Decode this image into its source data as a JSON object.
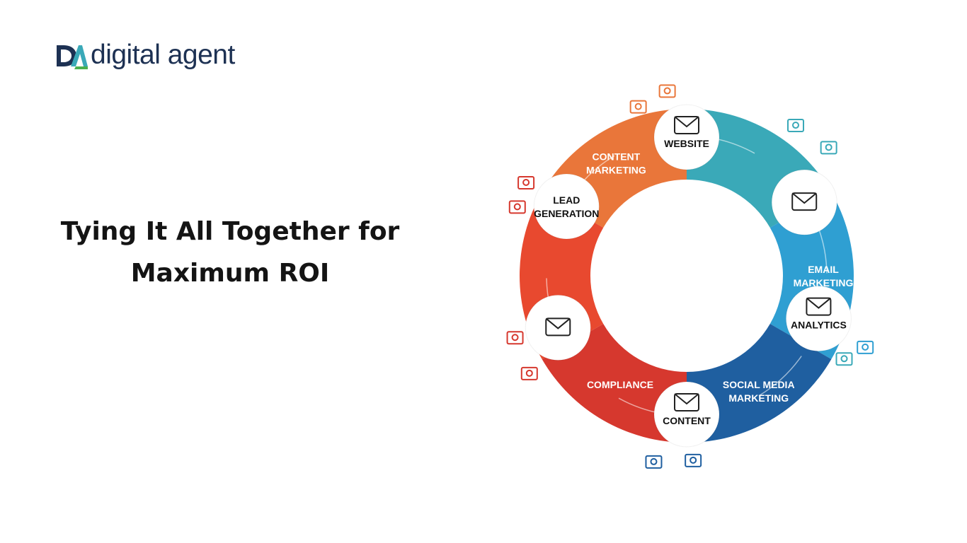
{
  "brand": {
    "name": "digital agent",
    "mark": "DA"
  },
  "headline": {
    "line1": "Tying It All Together for",
    "line2": "Maximum ROI"
  },
  "diagram": {
    "segments": [
      {
        "label_line1": "CONTENT",
        "label_line2": "MARKETING",
        "color": "#e9763a"
      },
      {
        "label_line1": "",
        "label_line2": "",
        "color": "#3aa9b8"
      },
      {
        "label_line1": "EMAIL",
        "label_line2": "MARKETING",
        "color": "#2f9fd2"
      },
      {
        "label_line1": "SOCIAL MEDIA",
        "label_line2": "MARKETING",
        "color": "#1f5fa0"
      },
      {
        "label_line1": "COMPLIANCE",
        "label_line2": "",
        "color": "#d6382e"
      },
      {
        "label_line1": "",
        "label_line2": "",
        "color": "#e8492f"
      }
    ],
    "nodes": [
      {
        "label_line1": "WEBSITE",
        "label_line2": "",
        "icon": "chart-monitor-icon"
      },
      {
        "label_line1": "",
        "label_line2": "",
        "icon": "email-lightbulb-icon"
      },
      {
        "label_line1": "ANALYTICS",
        "label_line2": "",
        "icon": "cloud-lock-icon"
      },
      {
        "label_line1": "CONTENT",
        "label_line2": "",
        "icon": "envelope-icon"
      },
      {
        "label_line1": "",
        "label_line2": "",
        "icon": "document-gear-icon"
      },
      {
        "label_line1": "LEAD",
        "label_line2": "GENERATION",
        "icon": ""
      }
    ],
    "orbit_icons": [
      "mail-icon",
      "mail-target-icon",
      "tool-icon",
      "person-icon",
      "users-icon",
      "mail-open-icon",
      "document-icon",
      "search-gear-icon",
      "calculator-icon",
      "target-icon",
      "clipboard-icon",
      "contact-icon"
    ],
    "colors": {
      "orange": "#e9763a",
      "teal": "#3aa9b8",
      "sky": "#2f9fd2",
      "navy": "#1f5fa0",
      "red": "#d6382e"
    }
  }
}
